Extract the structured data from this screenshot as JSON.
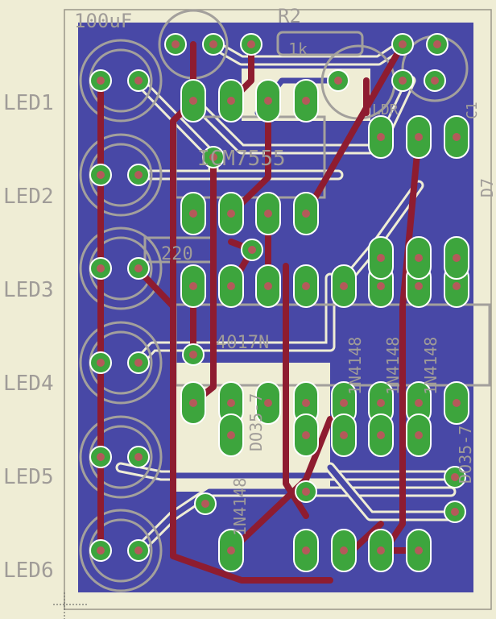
{
  "board": {
    "led_labels": [
      "LED1",
      "LED2",
      "LED3",
      "LED4",
      "LED5",
      "LED6"
    ],
    "capacitor_value": "100uF",
    "resistor_name": "R2",
    "resistor_value": "1k",
    "timer_ic": "ICM7555",
    "counter_ic": "4017N",
    "resistor2_value": "220",
    "ldr_label": "LDR",
    "diode_name": "D7",
    "diode_part": "1N4148",
    "diode_package": "DO35-7",
    "cap_name": "C1",
    "colors": {
      "background": "#efedd5",
      "copper_pour": "#4848a6",
      "pad": "#3da53d",
      "trace": "#8e1c30",
      "silkscreen": "#a3a09c"
    }
  }
}
